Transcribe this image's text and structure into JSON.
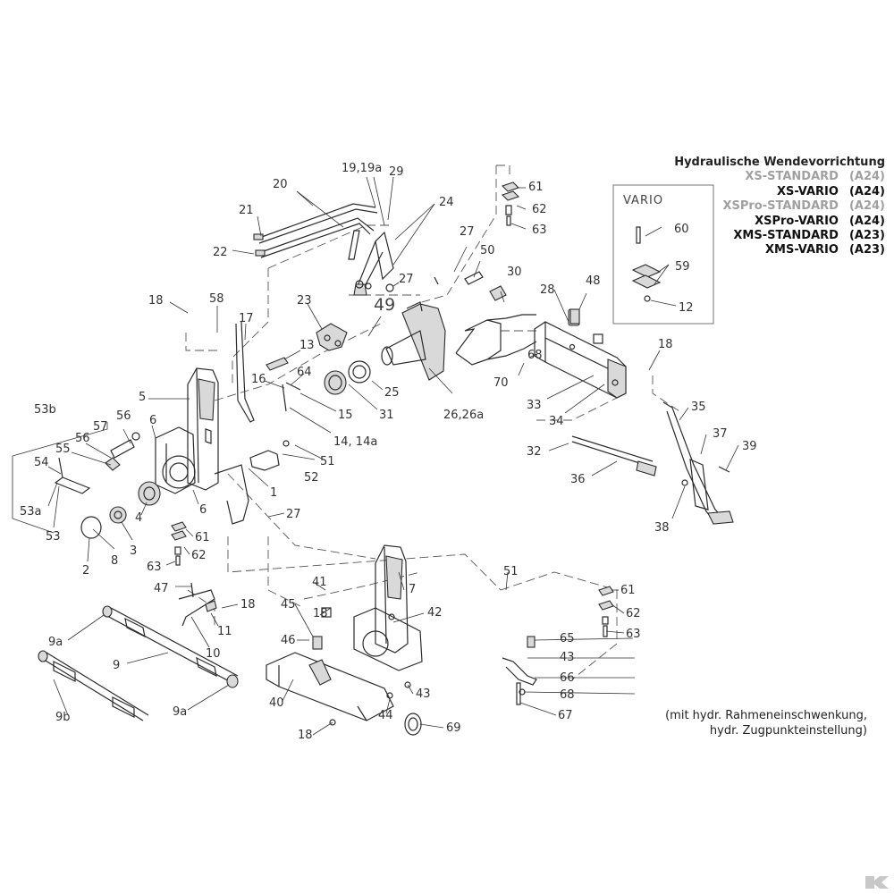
{
  "legend": {
    "title": "Hydraulische Wendevorrichtung",
    "rows": [
      {
        "name": "XS-STANDARD",
        "code": "(A24)",
        "tone": "grey"
      },
      {
        "name": "XS-VARIO",
        "code": "(A24)",
        "tone": "black"
      },
      {
        "name": "XSPro-STANDARD",
        "code": "(A24)",
        "tone": "grey"
      },
      {
        "name": "XSPro-VARIO",
        "code": "(A24)",
        "tone": "black"
      },
      {
        "name": "XMS-STANDARD",
        "code": "(A23)",
        "tone": "black"
      },
      {
        "name": "XMS-VARIO",
        "code": "(A23)",
        "tone": "black"
      }
    ]
  },
  "vario_box": {
    "label": "VARIO"
  },
  "note": {
    "line1": "(mit hydr. Rahmeneinschwenkung,",
    "line2": "hydr. Zugpunkteinstellung)"
  },
  "callouts": {
    "c20": "20",
    "c19": "19,19a",
    "c29": "29",
    "c24": "24",
    "c21": "21",
    "c22": "22",
    "c61a": "61",
    "c62a": "62",
    "c63a": "63",
    "c27a": "27",
    "c50": "50",
    "c30": "30",
    "c27b": "27",
    "c49": "49",
    "c23": "23",
    "c18a": "18",
    "c58": "58",
    "c17": "17",
    "c13": "13",
    "c64": "64",
    "c16": "16",
    "c15": "15",
    "c14": "14, 14a",
    "c5": "5",
    "c25": "25",
    "c31": "31",
    "c26": "26,26a",
    "c28": "28",
    "c48": "48",
    "c60": "60",
    "c59": "59",
    "c12": "12",
    "c18b": "18",
    "c68a": "68",
    "c70": "70",
    "c33": "33",
    "c34": "34",
    "c35": "35",
    "c37": "37",
    "c39": "39",
    "c32": "32",
    "c36": "36",
    "c38": "38",
    "c53b": "53b",
    "c6a": "6",
    "c57": "57",
    "c56a": "56",
    "c56b": "56",
    "c55": "55",
    "c54": "54",
    "c53a": "53a",
    "c53": "53",
    "c51a": "51",
    "c52": "52",
    "c1": "1",
    "c27c": "27",
    "c4": "4",
    "c6b": "6",
    "c3": "3",
    "c8": "8",
    "c2": "2",
    "c61b": "61",
    "c62b": "62",
    "c63b": "63",
    "c47": "47",
    "c18c": "18",
    "c11": "11",
    "c10": "10",
    "c9a1": "9a",
    "c9": "9",
    "c9b": "9b",
    "c9a2": "9a",
    "c51b": "51",
    "c41": "41",
    "c18d": "18",
    "c7": "7",
    "c45": "45",
    "c42": "42",
    "c46": "46",
    "c40": "40",
    "c43a": "43",
    "c44": "44",
    "c69": "69",
    "c18e": "18",
    "c61c": "61",
    "c62c": "62",
    "c63c": "63",
    "c65": "65",
    "c43b": "43",
    "c66": "66",
    "c68b": "68",
    "c67": "67"
  },
  "icons": {
    "logo": "brand-k-logo"
  }
}
